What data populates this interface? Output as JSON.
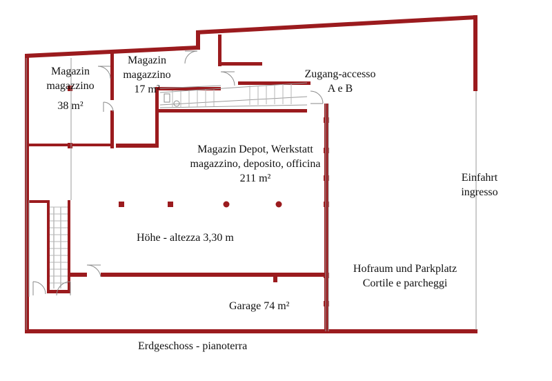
{
  "title": "Erdgeschoss - pianoterra",
  "rooms": {
    "magazin_38": {
      "line1": "Magazin",
      "line2": "magazzino",
      "area": "38 m²"
    },
    "magazin_17": {
      "line1": "Magazin",
      "line2": "magazzino",
      "area": "17 m²"
    },
    "zugang": {
      "line1": "Zugang-accesso",
      "line2": "A e B"
    },
    "depot": {
      "line1": "Magazin Depot, Werkstatt",
      "line2": "magazzino, deposito, officina",
      "area": "211 m²"
    },
    "hoehe": {
      "text": "Höhe - altezza 3,30 m"
    },
    "einfahrt": {
      "line1": "Einfahrt",
      "line2": "ingresso"
    },
    "hofraum": {
      "line1": "Hofraum und Parkplatz",
      "line2": "Cortile e parcheggi"
    },
    "garage": {
      "text": "Garage 74 m²"
    }
  },
  "colors": {
    "wall": "#9b1b1e",
    "background": "#ffffff"
  }
}
